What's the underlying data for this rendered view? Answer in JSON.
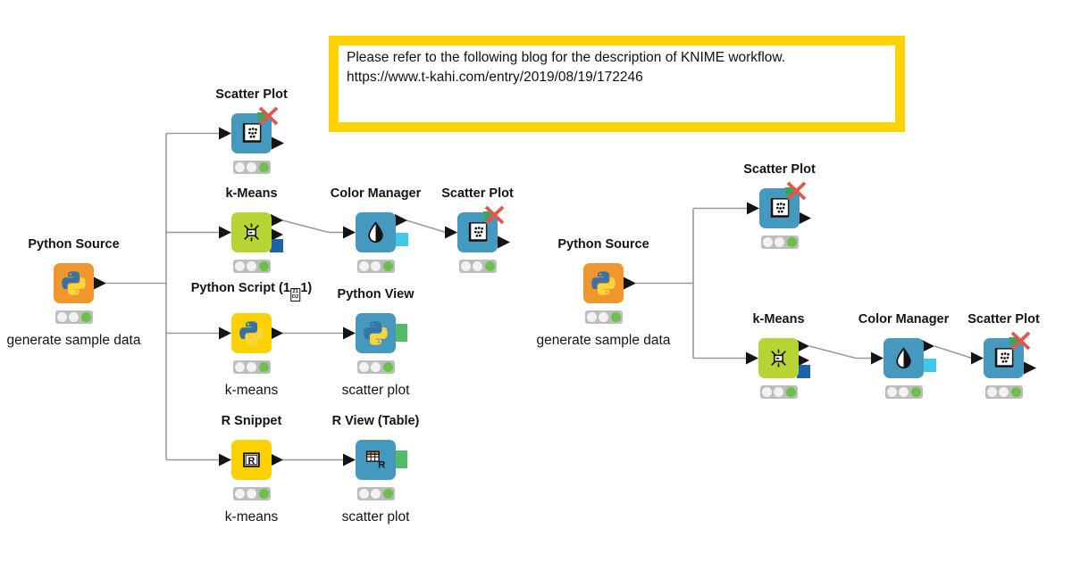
{
  "annotation": {
    "line1": "Please refer to the following blog for the description of KNIME workflow.",
    "line2": "https://www.t-kahi.com/entry/2019/08/19/172246"
  },
  "left": {
    "source": {
      "title": "Python Source",
      "comment": "generate sample data"
    },
    "scatter_top": {
      "title": "Scatter Plot"
    },
    "kmeans": {
      "title": "k-Means"
    },
    "color_manager": {
      "title": "Color Manager"
    },
    "scatter_mid": {
      "title": "Scatter Plot"
    },
    "python_script": {
      "title_prefix": "Python Script (1",
      "missing_glyph_top": "21",
      "missing_glyph_bottom": "D2",
      "title_suffix": "1)",
      "comment": "k-means"
    },
    "python_view": {
      "title": "Python View",
      "comment": "scatter plot"
    },
    "r_snippet": {
      "title": "R Snippet",
      "comment": "k-means"
    },
    "r_view": {
      "title": "R View (Table)",
      "comment": "scatter plot"
    }
  },
  "right": {
    "source": {
      "title": "Python Source",
      "comment": "generate sample data"
    },
    "scatter_top": {
      "title": "Scatter Plot"
    },
    "kmeans": {
      "title": "k-Means"
    },
    "color_manager": {
      "title": "Color Manager"
    },
    "scatter_end": {
      "title": "Scatter Plot"
    }
  },
  "colors": {
    "node_teal": "#4598BE",
    "node_orange": "#F0962F",
    "node_yellow": "#FBD104",
    "node_lime": "#B6D433",
    "port_blue": "#1E62A8",
    "port_cyan": "#3EC9E9",
    "port_green": "#53BA67",
    "annotation_border": "#FDD400",
    "traffic_green": "#6CC04A",
    "connection_grey": "#9A9A9A",
    "error_cross_red": "#E2574C"
  }
}
